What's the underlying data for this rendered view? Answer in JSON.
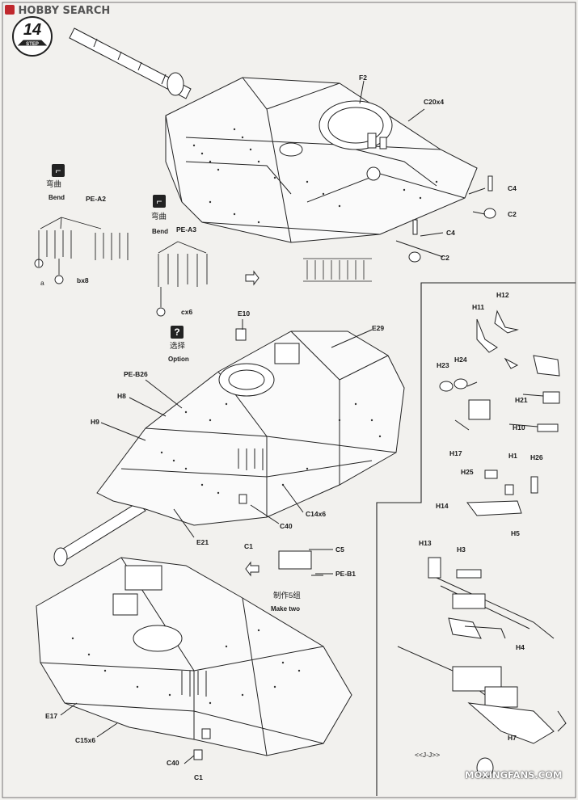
{
  "watermark_top": {
    "brand": "HOBBY SEARCH"
  },
  "watermark_bottom": "MOXINGFANS.COM",
  "step": {
    "number": "14",
    "label": "STEP"
  },
  "bend_a2": {
    "cn": "弯曲",
    "en": "Bend",
    "part": "PE-A2",
    "sub_a": "a",
    "count": "bx8"
  },
  "bend_a3": {
    "cn": "弯曲",
    "en": "Bend",
    "part": "PE-A3",
    "count": "cx6"
  },
  "option": {
    "icon": "?",
    "cn": "选择",
    "en": "Option"
  },
  "make": {
    "cn": "制作5组",
    "en": "Make two"
  },
  "top_labels": {
    "f2": "F2",
    "c20": "C20x4",
    "c4a": "C4",
    "c2a": "C2",
    "c4b": "C4",
    "c2b": "C2"
  },
  "mid_labels": {
    "e10": "E10",
    "e29": "E29",
    "peb26": "PE-B26",
    "h8": "H8",
    "h9": "H9",
    "c14": "C14x6",
    "c40": "C40",
    "c1": "C1",
    "e21": "E21",
    "c5": "C5",
    "peb1": "PE-B1"
  },
  "bottom_labels": {
    "e17": "E17",
    "c15": "C15x6",
    "c40": "C40",
    "c1": "C1"
  },
  "right_labels": {
    "h11": "H11",
    "h12": "H12",
    "h23": "H23",
    "h24": "H24",
    "h21": "H21",
    "h10": "H10",
    "h17": "H17",
    "h1": "H1",
    "h26": "H26",
    "h25": "H25",
    "h14": "H14",
    "h5": "H5",
    "h13": "H13",
    "h3": "H3",
    "h4": "H4",
    "h7": "H7",
    "jj": "<<J-J>>"
  }
}
